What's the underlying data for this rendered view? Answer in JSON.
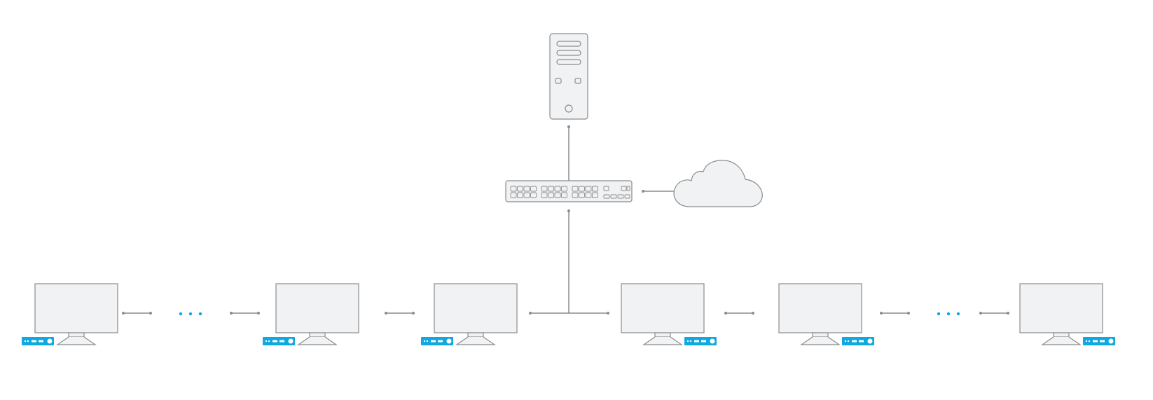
{
  "diagram": {
    "type": "network-topology",
    "nodes": {
      "server": {
        "icon": "server-tower-icon"
      },
      "switch": {
        "icon": "network-switch-icon",
        "ports_left_groups": 3,
        "ports_per_group": 4
      },
      "cloud": {
        "icon": "cloud-icon"
      },
      "monitors": [
        {
          "id": "monitor-1",
          "icon": "monitor-icon",
          "has_device": true
        },
        {
          "id": "monitor-2",
          "icon": "monitor-icon",
          "has_device": true
        },
        {
          "id": "monitor-3",
          "icon": "monitor-icon",
          "has_device": true
        },
        {
          "id": "monitor-4",
          "icon": "monitor-icon",
          "has_device": true
        },
        {
          "id": "monitor-5",
          "icon": "monitor-icon",
          "has_device": true
        },
        {
          "id": "monitor-6",
          "icon": "monitor-icon",
          "has_device": true
        }
      ]
    },
    "ellipses": 2
  },
  "colors": {
    "background": "#ffffff",
    "device_fill": "#f1f2f3",
    "device_stroke": "#8a8c8e",
    "line": "#8a8c8e",
    "accent": "#10a8e0"
  }
}
